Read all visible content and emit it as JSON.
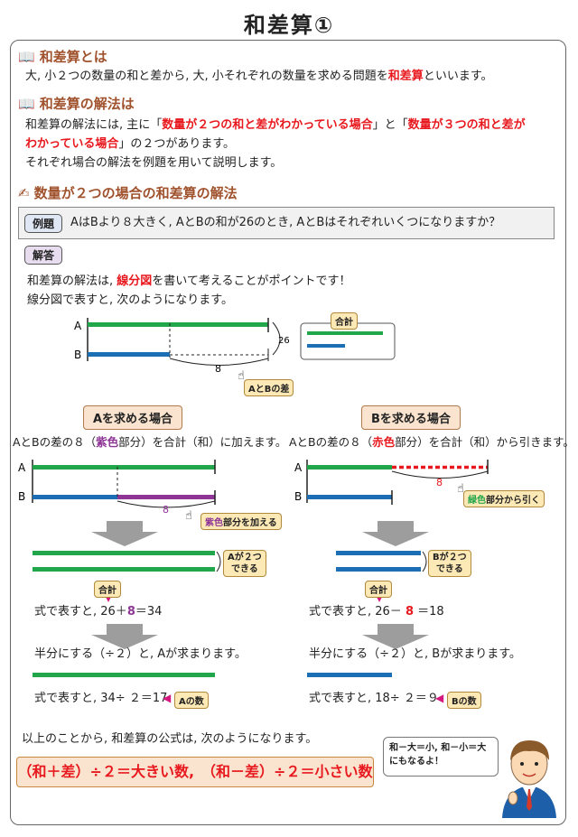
{
  "title": "和差算①",
  "sec1": {
    "heading": "和差算とは",
    "text_a": "大, 小２つの数量の和と差から, 大, 小それぞれの数量を求める問題を",
    "text_red": "和差算",
    "text_b": "といいます。"
  },
  "sec2": {
    "heading": "和差算の解法は",
    "line1_a": "和差算の解法には, 主に「",
    "line1_red": "数量が２つの和と差がわかっている場合",
    "line1_b": "」と「",
    "line1_red2": "数量が３つの和と差が",
    "line2_red": "わかっている場合",
    "line2_b": "」の２つがあります。",
    "line3": "それぞれ場合の解法を例題を用いて説明します。"
  },
  "sec3": {
    "heading": "数量が２つの場合の和差算の解法"
  },
  "example": {
    "tag": "例題",
    "text": "AはBより８大きく, AとBの和が26のとき, AとBはそれぞれいくつになりますか？"
  },
  "answer": {
    "tag": "解答",
    "line1_a": "和差算の解法は, ",
    "line1_red": "線分図",
    "line1_b": "を書いて考えることがポイントです！",
    "line2": "線分図で表すと, 次のようになります。"
  },
  "diagram": {
    "label_a": "A",
    "label_b": "B",
    "sum_value": "26",
    "diff_value": "8",
    "sum_callout": "合計",
    "diff_callout": "AとBの差"
  },
  "left": {
    "heading": "Aを求める場合",
    "desc_a": "AとBの差の８（",
    "desc_color": "紫色",
    "desc_b": "部分）を合計（和）に加えます。",
    "label_a": "A",
    "label_b": "B",
    "diff_value": "8",
    "add_callout_color": "紫色",
    "add_callout_rest": "部分を加える",
    "two_callout_1": "Aが２つ",
    "two_callout_2": "できる",
    "sum_tag": "合計",
    "formula_a": "式で表すと, 26＋",
    "formula_num": "8",
    "formula_b": "＝34",
    "half_text": "半分にする（÷２）と, Aが求まります。",
    "result_formula": "式で表すと, 34÷ ２＝17",
    "result_tag": "Aの数"
  },
  "right": {
    "heading": "Bを求める場合",
    "desc_a": "AとBの差の８（",
    "desc_color": "赤色",
    "desc_b": "部分）を合計（和）から引きます。",
    "label_a": "A",
    "label_b": "B",
    "diff_value": "8",
    "sub_callout_color": "緑色",
    "sub_callout_rest": "部分から引く",
    "two_callout_1": "Bが２つ",
    "two_callout_2": "できる",
    "sum_tag": "合計",
    "formula_a": "式で表すと, 26－ ",
    "formula_num": "8",
    "formula_b": " ＝18",
    "half_text": "半分にする（÷２）と, Bが求まります。",
    "result_formula": "式で表すと, 18÷ ２＝９",
    "result_tag": "Bの数"
  },
  "conclusion": {
    "text": "以上のことから, 和差算の公式は, 次のようになります。",
    "formula": "（和＋差）÷２＝大きい数,　（和－差）÷２＝小さい数",
    "bubble_1": "和－大＝小, 和－小＝大",
    "bubble_2": "にもなるよ！"
  },
  "colors": {
    "green": "#21a64b",
    "blue": "#1d6fb5",
    "purple": "#8e3596",
    "red": "#e8191e",
    "heading": "#a0522d"
  }
}
